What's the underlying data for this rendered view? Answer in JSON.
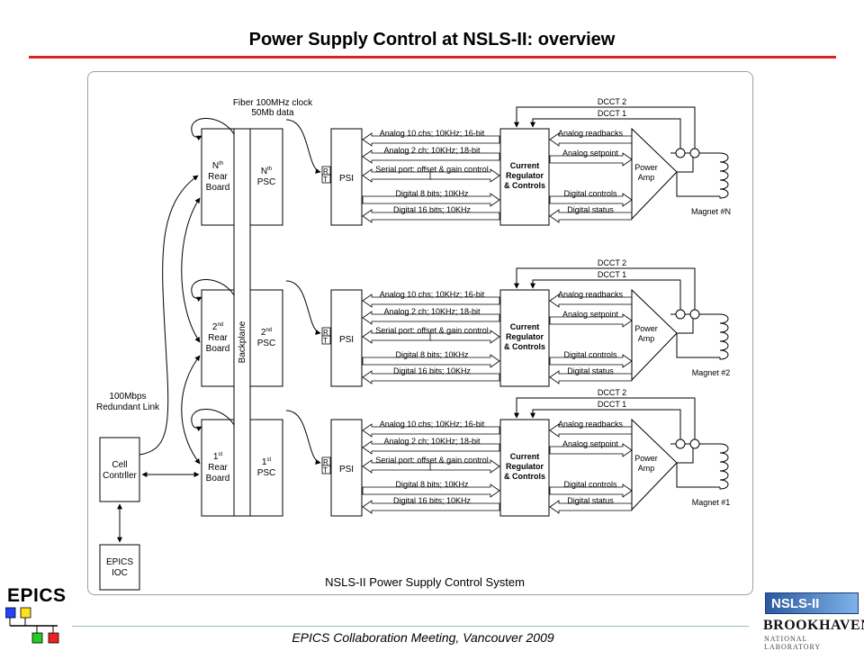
{
  "slide": {
    "title": "Power Supply Control at  NSLS-II: overview",
    "footer": "EPICS Collaboration Meeting, Vancouver 2009",
    "caption": "NSLS-II Power Supply Control System"
  },
  "logos": {
    "epics_text": "EPICS",
    "nsls_text": "NSLS-II",
    "bnl_text": "BROOKHAVEN",
    "bnl_sub": "NATIONAL LABORATORY"
  },
  "labels": {
    "fiber": "Fiber 100MHz clock",
    "fiber2": "50Mb data",
    "redundant": "100Mbps",
    "redundant2": "Redundant Link",
    "backplane": "Backplane",
    "cell": "Cell",
    "cell2": "Contrller",
    "epics_ioc": "EPICS",
    "epics_ioc2": "IOC",
    "psi": "PSI",
    "rt_r": "R",
    "rt_t": "T",
    "reg1": "Current",
    "reg2": "Regulator",
    "reg3": "& Controls",
    "amp1": "Power",
    "amp2": "Amp",
    "dcct2": "DCCT 2",
    "dcct1": "DCCT 1",
    "sig_a10": "Analog 10 chs; 10KHz; 16-bit",
    "sig_a2": "Analog 2 ch; 10KHz; 18-bit",
    "sig_ser": "Serial port: offset & gain control",
    "sig_d8": "Digital 8 bits; 10KHz",
    "sig_d16": "Digital 16 bits; 10KHz",
    "sig_rb": "Analog readbacks",
    "sig_sp": "Analog setpoint",
    "sig_dc": "Digital controls",
    "sig_ds": "Digital status",
    "rear": "Rear",
    "board": "Board",
    "psc": "PSC"
  },
  "rows": [
    {
      "ord": "N",
      "sup": "th",
      "magnet": "Magnet #N"
    },
    {
      "ord": "2",
      "sup": "nd",
      "magnet": "Magnet #2"
    },
    {
      "ord": "1",
      "sup": "st",
      "magnet": "Magnet #1"
    }
  ]
}
